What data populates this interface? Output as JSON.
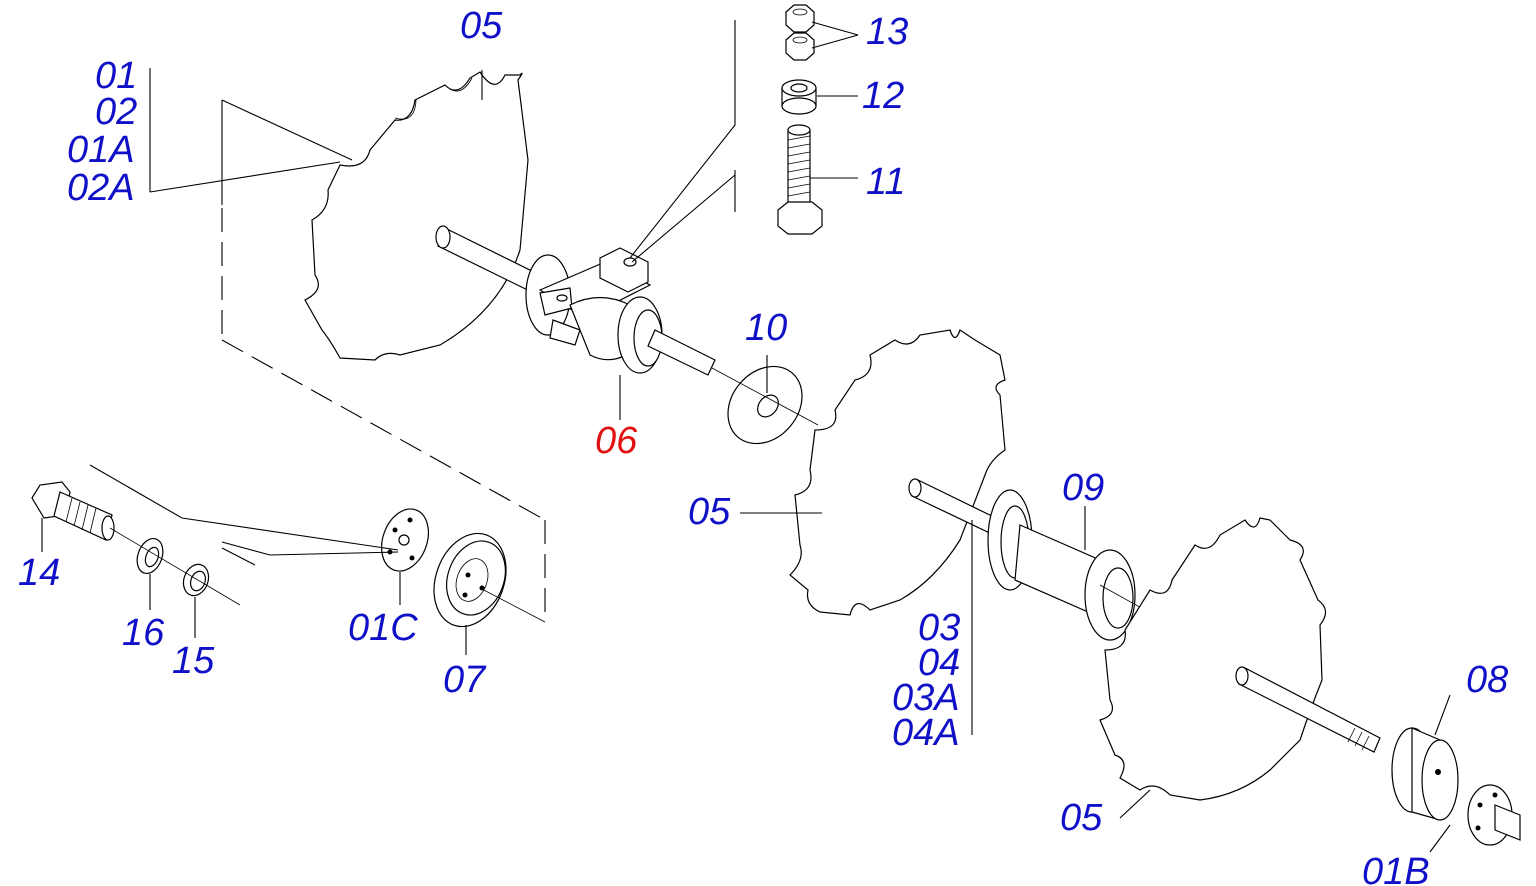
{
  "colors": {
    "label": "#1010c8",
    "highlight": "#e01010",
    "line": "#000000"
  },
  "labels": {
    "l05_top": "05",
    "l01": "01",
    "l02": "02",
    "l01A": "01A",
    "l02A": "02A",
    "l13": "13",
    "l12": "12",
    "l11": "11",
    "l10": "10",
    "l06": "06",
    "l05_mid": "05",
    "l09": "09",
    "l03": "03",
    "l04": "04",
    "l03A": "03A",
    "l04A": "04A",
    "l14": "14",
    "l16": "16",
    "l15": "15",
    "l01C": "01C",
    "l07": "07",
    "l08": "08",
    "l05_bot": "05",
    "l01B": "01B"
  }
}
